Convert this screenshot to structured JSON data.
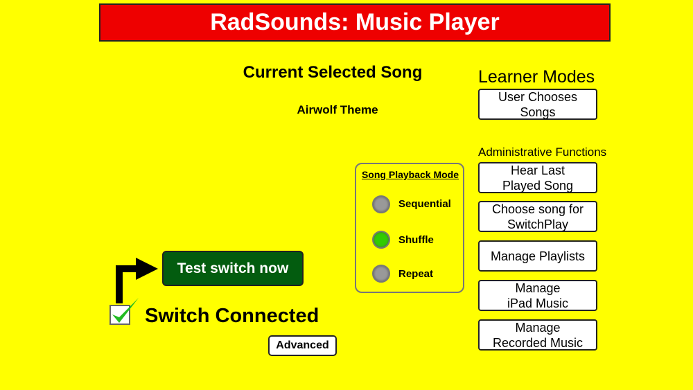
{
  "header": {
    "title": "RadSounds: Music Player"
  },
  "current": {
    "heading": "Current Selected Song",
    "song": "Airwolf Theme"
  },
  "learner_modes": {
    "title": "Learner Modes",
    "buttons": [
      "User  Chooses\nSongs"
    ]
  },
  "admin": {
    "title": "Administrative Functions",
    "buttons": [
      "Hear Last\nPlayed Song",
      "Choose song for\nSwitchPlay",
      "Manage Playlists",
      "Manage\niPad Music",
      "Manage\nRecorded Music"
    ]
  },
  "playback": {
    "title": "Song Playback Mode",
    "options": [
      "Sequential",
      "Shuffle",
      "Repeat"
    ],
    "selected": "Shuffle",
    "selected_color": "#33cc00"
  },
  "switch": {
    "test_label": "Test switch now",
    "status": "Switch Connected",
    "connected": true,
    "advanced_label": "Advanced"
  }
}
